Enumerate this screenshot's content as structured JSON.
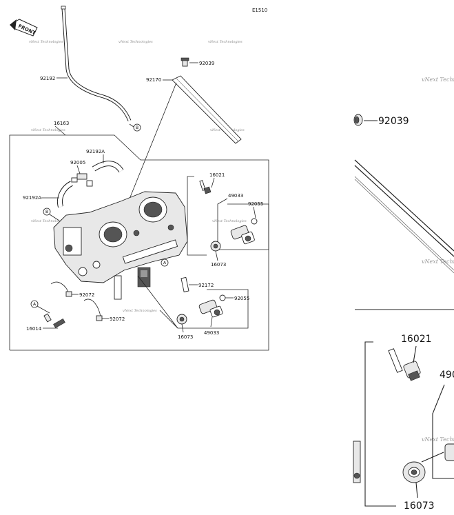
{
  "diagram": {
    "code": "E1510",
    "front_label": "FRONT",
    "watermark": "vNext Technologies",
    "ref_a": "A",
    "ref_b": "B",
    "parts": {
      "p92192": "92192",
      "p92039": "92039",
      "p92170": "92170",
      "p16163": "16163",
      "p92192a_top": "92192A",
      "p92005": "92005",
      "p92192a_left": "92192A",
      "p16021": "16021",
      "p49033_top": "49033",
      "p92055_top": "92055",
      "p16073_top": "16073",
      "p92172": "92172",
      "p92055_bot": "92055",
      "p16073_bot": "16073",
      "p49033_bot": "49033",
      "p92072_a": "92072",
      "p92072_b": "92072",
      "p16014": "16014"
    },
    "zoom": {
      "p92039": "92039",
      "p16021": "16021",
      "p490": "490",
      "p16073": "16073"
    }
  }
}
